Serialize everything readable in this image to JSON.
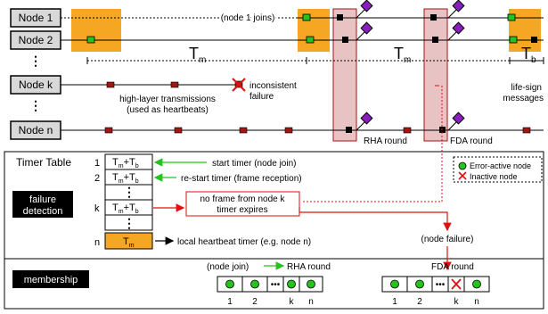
{
  "nodes": [
    {
      "label": "Node 1"
    },
    {
      "label": "Node 2"
    },
    {
      "label": "Node k"
    },
    {
      "label": "Node n"
    }
  ],
  "vdots": "⋮",
  "timeline": {
    "node1_joins": "(node 1 joins)",
    "tm": "T",
    "tm_sub": "m",
    "tb": "T",
    "tb_sub": "b",
    "life_sign": [
      "life-sign",
      "messages"
    ],
    "heartbeat": [
      "high-layer transmissions",
      "(used as heartbeats)"
    ],
    "inconsistent": [
      "inconsistent",
      "failure"
    ],
    "rha_round": "RHA round",
    "fda_round": "FDA round"
  },
  "timer_table": {
    "title": "Timer Table",
    "rows": [
      {
        "index": "1",
        "m": "m",
        "b": "b",
        "note": "start timer (node join)"
      },
      {
        "index": "2",
        "m": "m",
        "b": "b",
        "note": "re-start timer (frame reception)"
      },
      {
        "index": "k",
        "m": "m",
        "b": "b"
      },
      {
        "index": "n",
        "m": "m",
        "note": "local heartbeat timer (e.g. node n)"
      }
    ],
    "no_frame": [
      "no frame from node k",
      "timer expires"
    ],
    "node_failure": "(node failure)"
  },
  "failure_detection": [
    "failure",
    "detection"
  ],
  "membership": {
    "label": "membership",
    "node_join": "(node join)",
    "rha_round": "RHA round",
    "fda_round": "FDA round",
    "indices": [
      "1",
      "2",
      "k",
      "n"
    ]
  },
  "legend": {
    "active": "Error-active node",
    "inactive": "Inactive node"
  },
  "colors": {
    "orange": "#f5a623",
    "pink": "#e8c3c3",
    "darkred": "#a31515",
    "green": "#27c21f",
    "purple": "#8a1dbf",
    "gray": "#d8d8d8"
  }
}
